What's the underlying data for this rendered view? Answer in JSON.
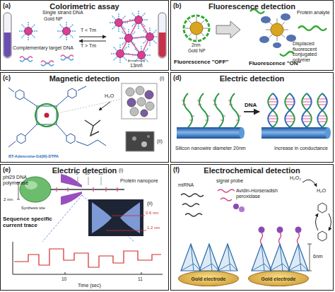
{
  "diagram": {
    "nodes": [
      {
        "text": [
          "(a)",
          "Colorimetric assay"
        ]
      },
      {
        "text": [
          "(b)",
          "Fluorescence detection"
        ]
      },
      {
        "text": [
          "(c)",
          "Magnetic detection"
        ]
      },
      {
        "text": [
          "(d)",
          "Electric detection"
        ]
      },
      {
        "text": [
          "(e)",
          "Electric detection"
        ]
      },
      {
        "text": [
          "(f)",
          "Electrochemical detection"
        ]
      },
      {
        "text": [
          "Gold electrode"
        ],
        "in": 5
      },
      {
        "text": [
          "Gold electrode"
        ],
        "in": 5
      }
    ],
    "labels": [
      "Single strand DNA",
      "Gold NP",
      "Complementary target DNA",
      "T < Tm",
      "T > Tm",
      "13nm",
      "Protein analyte",
      "2nm",
      "Gold NP",
      "Fluorescence \"OFF\"",
      "Displaced fluorescent conjugated polymer",
      "Fluorescence \"ON\"",
      "H₂O",
      "(i)",
      "(ii)",
      "BT-Adenosine-Gd(III)-DTPA",
      "DNA",
      "Silicon nanowire diameter 20nm",
      "Increase in conductance",
      "(i)",
      "phi29 DNA polymerase",
      "5",
      "10",
      "15",
      "2 nm",
      "Protein nanopore",
      "Synthesis site",
      "(ii)",
      "0.6 nm",
      "1.2 nm",
      "Sequence specific current trace",
      "10",
      "11",
      "Time (sec)",
      "miRNA",
      "signal probe",
      "Avidin-Horseradish peroxidase",
      "H₂O₂",
      "H₂O",
      "6nm"
    ]
  }
}
